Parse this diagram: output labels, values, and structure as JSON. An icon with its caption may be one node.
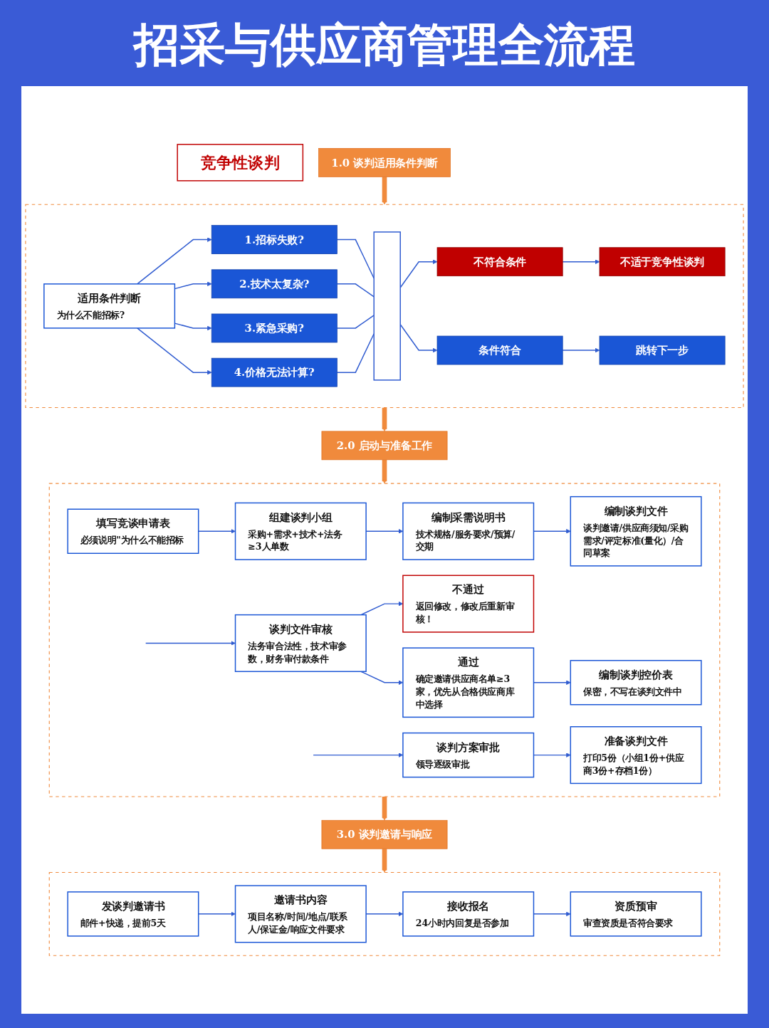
{
  "diagram": {
    "title": "招采与供应商管理全流程",
    "nodes": [
      {
        "text": [
          "竞争性谈判"
        ]
      },
      {
        "text": [
          "1.0 谈判适用条件判断"
        ]
      },
      {
        "text": [],
        "shape": "box"
      },
      {
        "text": [
          "适用条件判断",
          "为什么不能招标?"
        ],
        "in": 2
      },
      {
        "text": [
          "1.招标失败?"
        ],
        "in": 2
      },
      {
        "text": [
          "2.技术太复杂?"
        ],
        "in": 2
      },
      {
        "text": [
          "3.紧急采购?"
        ],
        "in": 2
      },
      {
        "text": [
          "4.价格无法计算?"
        ],
        "in": 2
      },
      {
        "text": [],
        "shape": "bar",
        "in": 2
      },
      {
        "text": [
          "不符合条件"
        ],
        "in": 2
      },
      {
        "text": [
          "不适于竞争性谈判"
        ],
        "in": 2
      },
      {
        "text": [
          "条件符合"
        ],
        "in": 2
      },
      {
        "text": [
          "跳转下一步"
        ],
        "in": 2
      },
      {
        "text": [
          "2.0 启动与准备工作"
        ]
      },
      {
        "text": [],
        "shape": "box"
      },
      {
        "text": [
          "填写竞谈申请表",
          "必须说明\"为什么不能招标"
        ],
        "in": 14
      },
      {
        "text": [
          "组建谈判小组",
          "采购+需求+技术+法务≥3人单数"
        ],
        "in": 14
      },
      {
        "text": [
          "编制采需说明书",
          "技术规格/服务要求/预算/交期"
        ],
        "in": 14
      },
      {
        "text": [
          "编制谈判文件",
          "谈判邀请/供应商须知/采购需求/评定标准(量化）/合同草案"
        ],
        "in": 14
      },
      {
        "text": [
          "谈判文件审核",
          "法务审合法性，技术审参数，财务审付款条件"
        ],
        "in": 14
      },
      {
        "text": [
          "不通过",
          "返回修改，修改后重新审核！"
        ],
        "in": 14
      },
      {
        "text": [
          "通过",
          "确定邀请供应商名单≥3家，优先从合格供应商库中选择"
        ],
        "in": 14
      },
      {
        "text": [
          "编制谈判控价表",
          "保密，不写在谈判文件中"
        ],
        "in": 14
      },
      {
        "text": [
          "谈判方案审批",
          "领导逐级审批"
        ],
        "in": 14
      },
      {
        "text": [
          "准备谈判文件",
          "打印5份（小组1份+供应商3份+存档1份）"
        ],
        "in": 14
      },
      {
        "text": [
          "3.0 谈判邀请与响应"
        ]
      },
      {
        "text": [],
        "shape": "box"
      },
      {
        "text": [
          "发谈判邀请书",
          "邮件+快递，提前5天"
        ],
        "in": 26
      },
      {
        "text": [
          "邀请书内容",
          "项目名称/时间/地点/联系人/保证金/响应文件要求"
        ],
        "in": 26
      },
      {
        "text": [
          "接收报名",
          "24小时内回复是否参加"
        ],
        "in": 26
      },
      {
        "text": [
          "资质预审",
          "审查资质是否符合要求"
        ],
        "in": 26
      }
    ],
    "edges": [
      {
        "from": 1,
        "to": 2,
        "arrow": "to",
        "style": "thick",
        "color": "#f08a3c"
      },
      {
        "from": 3,
        "to": 4,
        "arrow": "to"
      },
      {
        "from": 3,
        "to": 5,
        "arrow": "to"
      },
      {
        "from": 3,
        "to": 6,
        "arrow": "to"
      },
      {
        "from": 3,
        "to": 7,
        "arrow": "to"
      },
      {
        "from": 4,
        "to": 8,
        "arrow": "none"
      },
      {
        "from": 5,
        "to": 8,
        "arrow": "none"
      },
      {
        "from": 6,
        "to": 8,
        "arrow": "none"
      },
      {
        "from": 7,
        "to": 8,
        "arrow": "none"
      },
      {
        "from": 8,
        "to": 9,
        "arrow": "to"
      },
      {
        "from": 8,
        "to": 11,
        "arrow": "to"
      },
      {
        "from": 9,
        "to": 10,
        "arrow": "to"
      },
      {
        "from": 11,
        "to": 12,
        "arrow": "to"
      },
      {
        "from": 2,
        "to": 13,
        "arrow": "to",
        "style": "thick",
        "color": "#f08a3c"
      },
      {
        "from": 13,
        "to": 14,
        "arrow": "to",
        "style": "thick",
        "color": "#f08a3c"
      },
      {
        "from": 15,
        "to": 16,
        "arrow": "to"
      },
      {
        "from": 16,
        "to": 17,
        "arrow": "to"
      },
      {
        "from": 17,
        "to": 18,
        "arrow": "to"
      },
      {
        "from": null,
        "to": 19,
        "arrow": "to"
      },
      {
        "from": 19,
        "to": 20,
        "arrow": "to"
      },
      {
        "from": 19,
        "to": 21,
        "arrow": "to"
      },
      {
        "from": 21,
        "to": 22,
        "arrow": "to"
      },
      {
        "from": null,
        "to": 23,
        "arrow": "to"
      },
      {
        "from": 23,
        "to": 24,
        "arrow": "to"
      },
      {
        "from": 14,
        "to": 25,
        "arrow": "to",
        "style": "thick",
        "color": "#f08a3c"
      },
      {
        "from": 25,
        "to": 26,
        "arrow": "to",
        "style": "thick",
        "color": "#f08a3c"
      },
      {
        "from": 27,
        "to": 28,
        "arrow": "to"
      },
      {
        "from": 28,
        "to": 29,
        "arrow": "to"
      },
      {
        "from": 29,
        "to": 30,
        "arrow": "to"
      }
    ]
  }
}
